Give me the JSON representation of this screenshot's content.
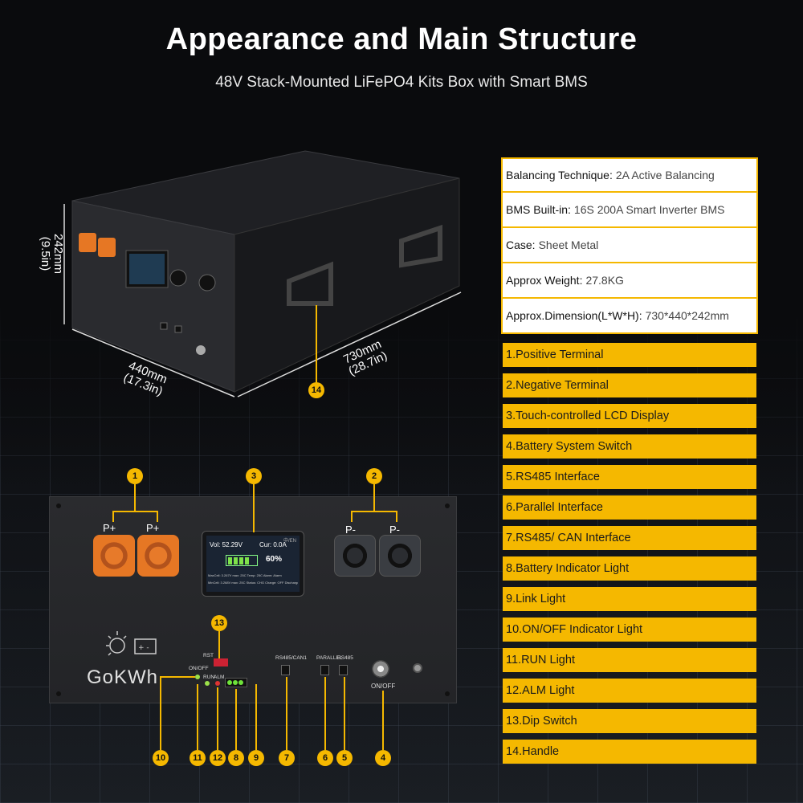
{
  "header": {
    "title": "Appearance and Main Structure",
    "subtitle": "48V Stack-Mounted LiFePO4 Kits Box with Smart BMS"
  },
  "specs": [
    {
      "key": "Balancing Technique:",
      "value": "2A Active Balancing"
    },
    {
      "key": "BMS Built-in:",
      "value": "16S 200A Smart Inverter BMS"
    },
    {
      "key": "Case:",
      "value": "Sheet Metal"
    },
    {
      "key": "Approx Weight:",
      "value": "27.8KG"
    },
    {
      "key": "Approx.Dimension(L*W*H):",
      "value": "730*440*242mm"
    }
  ],
  "features": [
    "1.Positive Terminal",
    "2.Negative Terminal",
    "3.Touch-controlled LCD Display",
    "4.Battery System Switch",
    "5.RS485 Interface",
    "6.Parallel Interface",
    "7.RS485/ CAN Interface",
    "8.Battery Indicator Light",
    "9.Link Light",
    "10.ON/OFF Indicator Light",
    "11.RUN Light",
    "12.ALM Light",
    "13.Dip Switch",
    "14.Handle"
  ],
  "dimensions": {
    "height": "242mm\n(9.5in)",
    "width": "440mm\n(17.3in)",
    "length": "730mm\n(28.7in)"
  },
  "panel": {
    "brand": "GoKWh",
    "pos_label": "P+",
    "neg_label": "P-",
    "rs485_can": "RS485/CAN1",
    "parallel": "PARALLEL",
    "rs485": "RS485",
    "onoff": "ON/OFF",
    "run": "RUN",
    "alm": "ALM",
    "rst": "RST",
    "onoff_small": "ON/OFF",
    "lcd_vol": "Vol: 52.29V",
    "lcd_cur": "Cur: 0.0A",
    "lcd_soc": "60%",
    "lcd_lang": "中/EN",
    "lcd_row1": "MaxCell: 3.267V   max: 25C   Temp: 25C   Alarm: Alarm",
    "lcd_row2": "MinCell: 3.268V   max: 25C   Status: CHG   Charge: OFF   Discharge: ON"
  },
  "callouts": {
    "c1": "1",
    "c2": "2",
    "c3": "3",
    "c4": "4",
    "c5": "5",
    "c6": "6",
    "c7": "7",
    "c8": "8",
    "c9": "9",
    "c10": "10",
    "c11": "11",
    "c12": "12",
    "c13": "13",
    "c14": "14"
  },
  "colors": {
    "accent": "#f5b800",
    "background": "#0a0b0d",
    "terminal_pos": "#e67724"
  }
}
